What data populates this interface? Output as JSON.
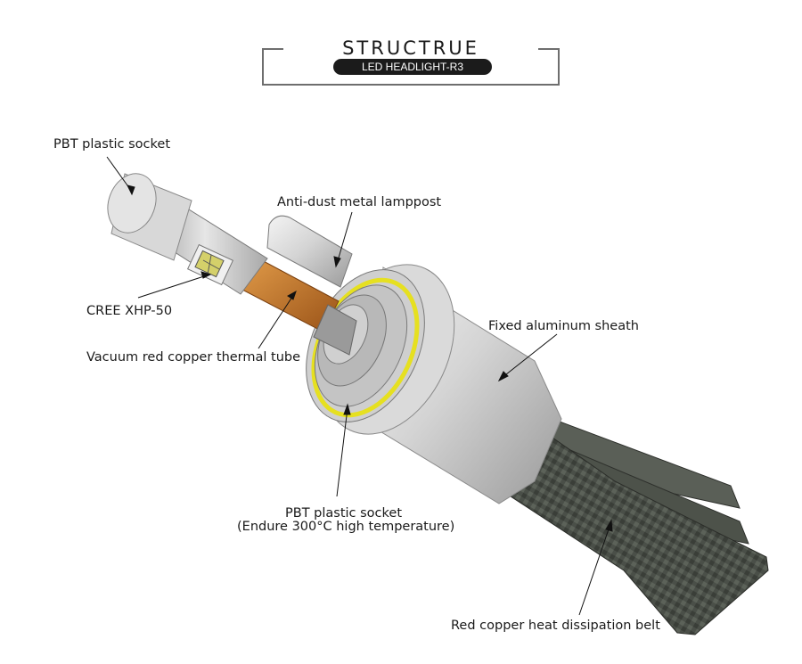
{
  "header": {
    "title": "STRUCTRUE",
    "subtitle": "LED HEADLIGHT-R3"
  },
  "labels": {
    "pbt_socket_top": "PBT plastic socket",
    "anti_dust": "Anti-dust metal lamppost",
    "cree": "CREE XHP-50",
    "vacuum_tube": "Vacuum red copper thermal tube",
    "aluminum_sheath": "Fixed aluminum sheath",
    "pbt_socket_bottom_line1": "PBT plastic socket",
    "pbt_socket_bottom_line2": "(Endure 300°C high temperature)",
    "heat_belt": "Red copper heat dissipation belt"
  },
  "colors": {
    "frame": "#6e6e6e",
    "copper": "#c87a2a",
    "yellow_ring": "#e6e020",
    "aluminum": "#d6d6d6",
    "belt": "#4a4f48"
  }
}
